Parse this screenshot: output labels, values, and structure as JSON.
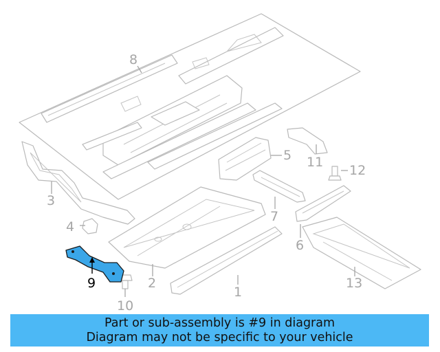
{
  "diagram": {
    "callouts": [
      "1",
      "2",
      "3",
      "4",
      "5",
      "6",
      "7",
      "8",
      "9",
      "10",
      "11",
      "12",
      "13"
    ],
    "highlighted_part": "9"
  },
  "banner": {
    "line1": "Part or sub-assembly is #9 in diagram",
    "line2": "Diagram may not be specific to your vehicle"
  },
  "colors": {
    "banner_bg": "#4cb8f5",
    "highlight_part_fill": "#3aa6e8",
    "line_gray": "#b9b9b9",
    "label_gray": "#a6a6a6"
  }
}
